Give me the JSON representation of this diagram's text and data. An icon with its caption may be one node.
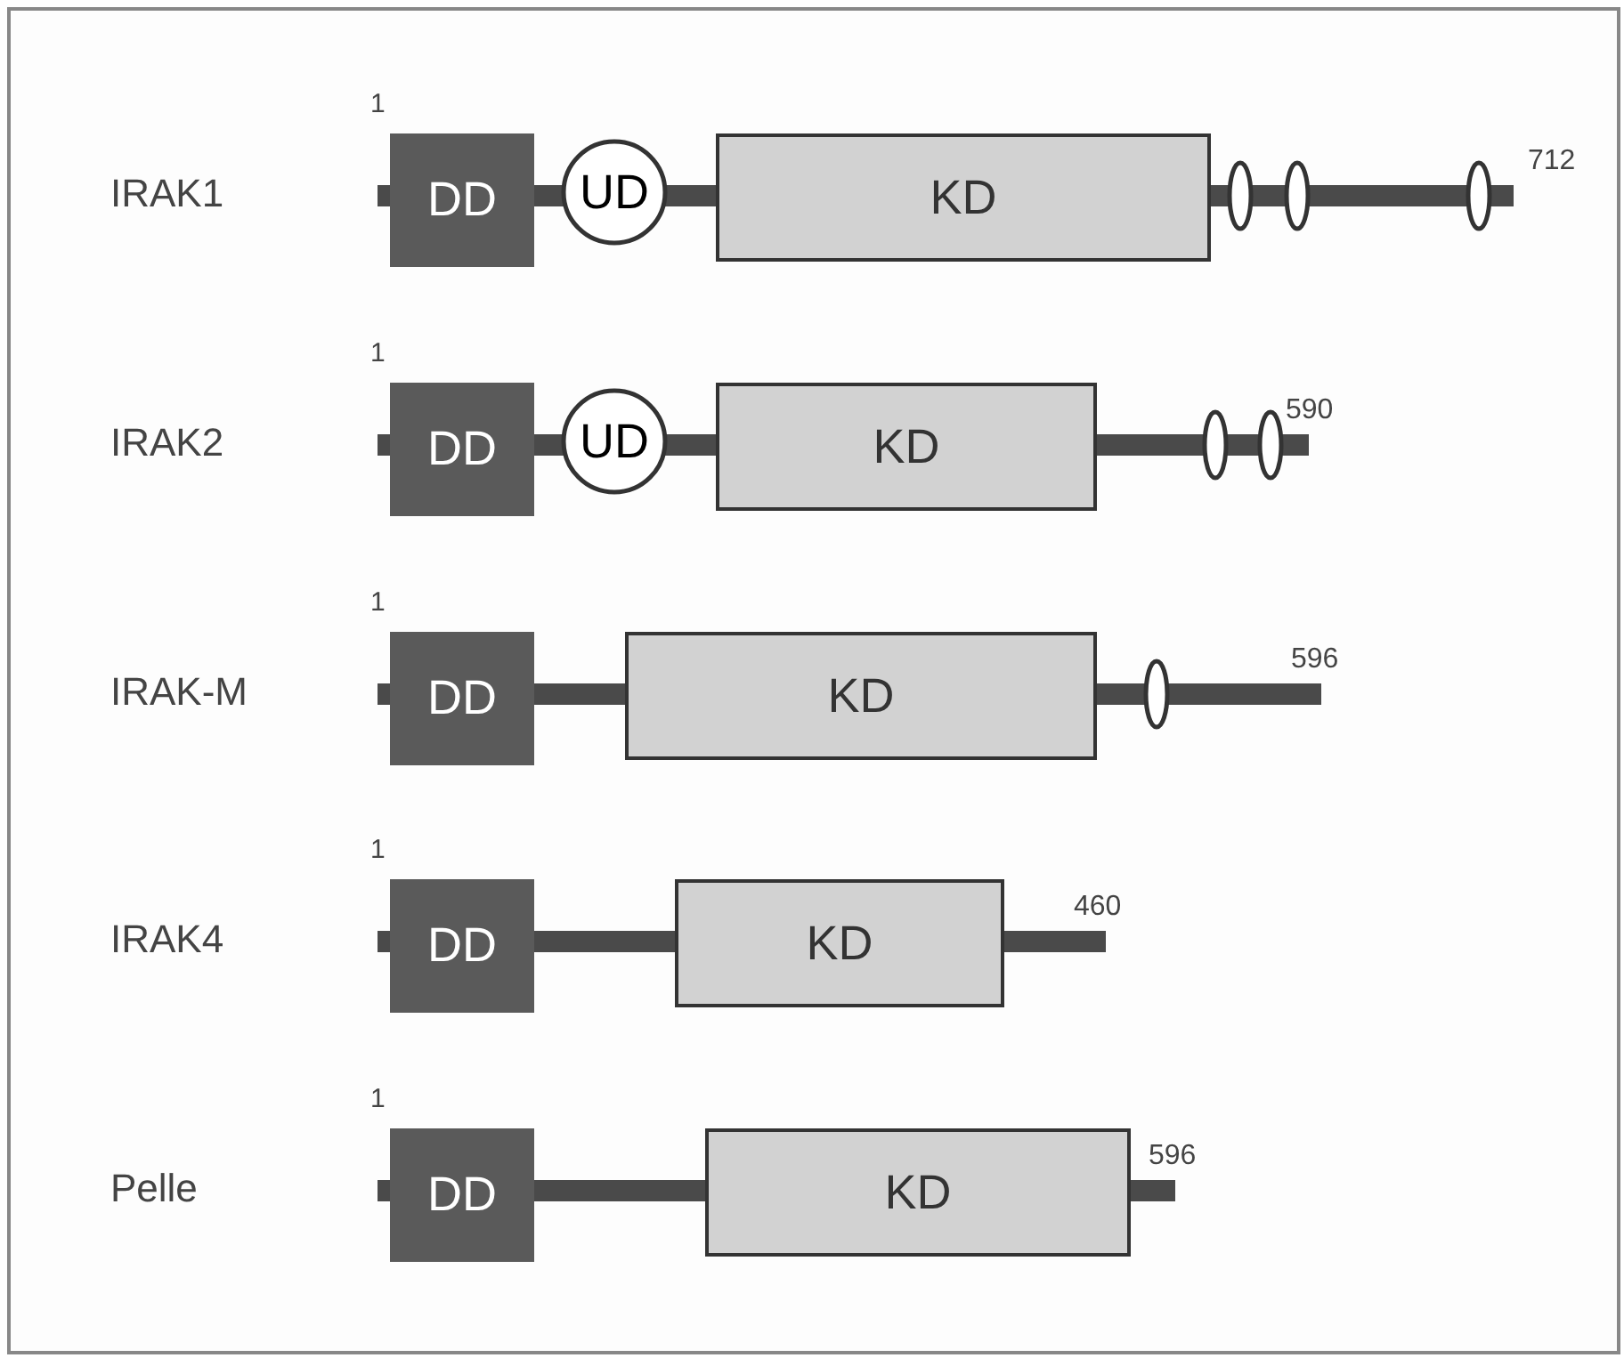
{
  "diagram": {
    "nodes": [
      {
        "text": [
          "DD"
        ]
      },
      {
        "text": [
          "UD"
        ]
      },
      {
        "text": [
          "KD"
        ]
      },
      {
        "text": [],
        "shape": "ellipse"
      },
      {
        "text": [],
        "shape": "ellipse"
      },
      {
        "text": [],
        "shape": "ellipse"
      },
      {
        "text": [
          "DD"
        ]
      },
      {
        "text": [
          "UD"
        ]
      },
      {
        "text": [
          "KD"
        ]
      },
      {
        "text": [],
        "shape": "ellipse"
      },
      {
        "text": [],
        "shape": "ellipse"
      },
      {
        "text": [
          "DD"
        ]
      },
      {
        "text": [
          "KD"
        ]
      },
      {
        "text": [],
        "shape": "ellipse"
      },
      {
        "text": [
          "DD"
        ]
      },
      {
        "text": [
          "KD"
        ]
      },
      {
        "text": [
          "DD"
        ]
      },
      {
        "text": [
          "KD"
        ]
      }
    ],
    "labels": [
      "1",
      "IRAK1",
      "712",
      "1",
      "IRAK2",
      "590",
      "1",
      "IRAK-M",
      "596",
      "1",
      "IRAK4",
      "460",
      "1",
      "Pelle",
      "596"
    ]
  }
}
